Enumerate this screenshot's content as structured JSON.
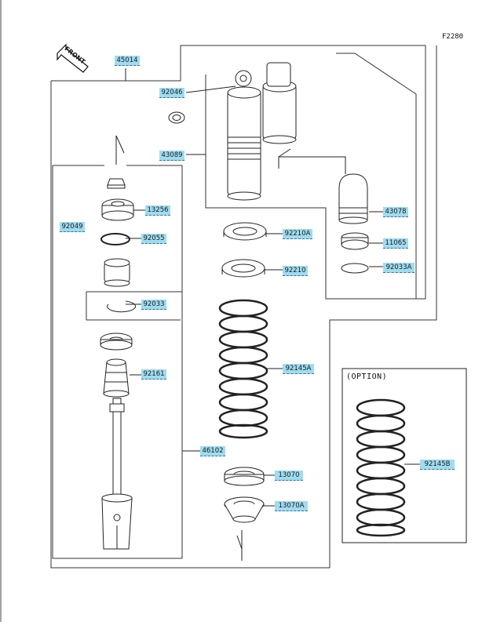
{
  "diagram": {
    "code": "F2280",
    "front_label": "FRONT",
    "option_label": "(OPTION)",
    "accent_color": "#9fdcf0",
    "parts": [
      {
        "id": "45014"
      },
      {
        "id": "92046"
      },
      {
        "id": "43089"
      },
      {
        "id": "43078"
      },
      {
        "id": "11065"
      },
      {
        "id": "92033A"
      },
      {
        "id": "92049"
      },
      {
        "id": "13256"
      },
      {
        "id": "92055"
      },
      {
        "id": "92210A"
      },
      {
        "id": "92210"
      },
      {
        "id": "92033"
      },
      {
        "id": "92161"
      },
      {
        "id": "92145A"
      },
      {
        "id": "46102"
      },
      {
        "id": "13070"
      },
      {
        "id": "13070A"
      },
      {
        "id": "92145B"
      }
    ]
  }
}
